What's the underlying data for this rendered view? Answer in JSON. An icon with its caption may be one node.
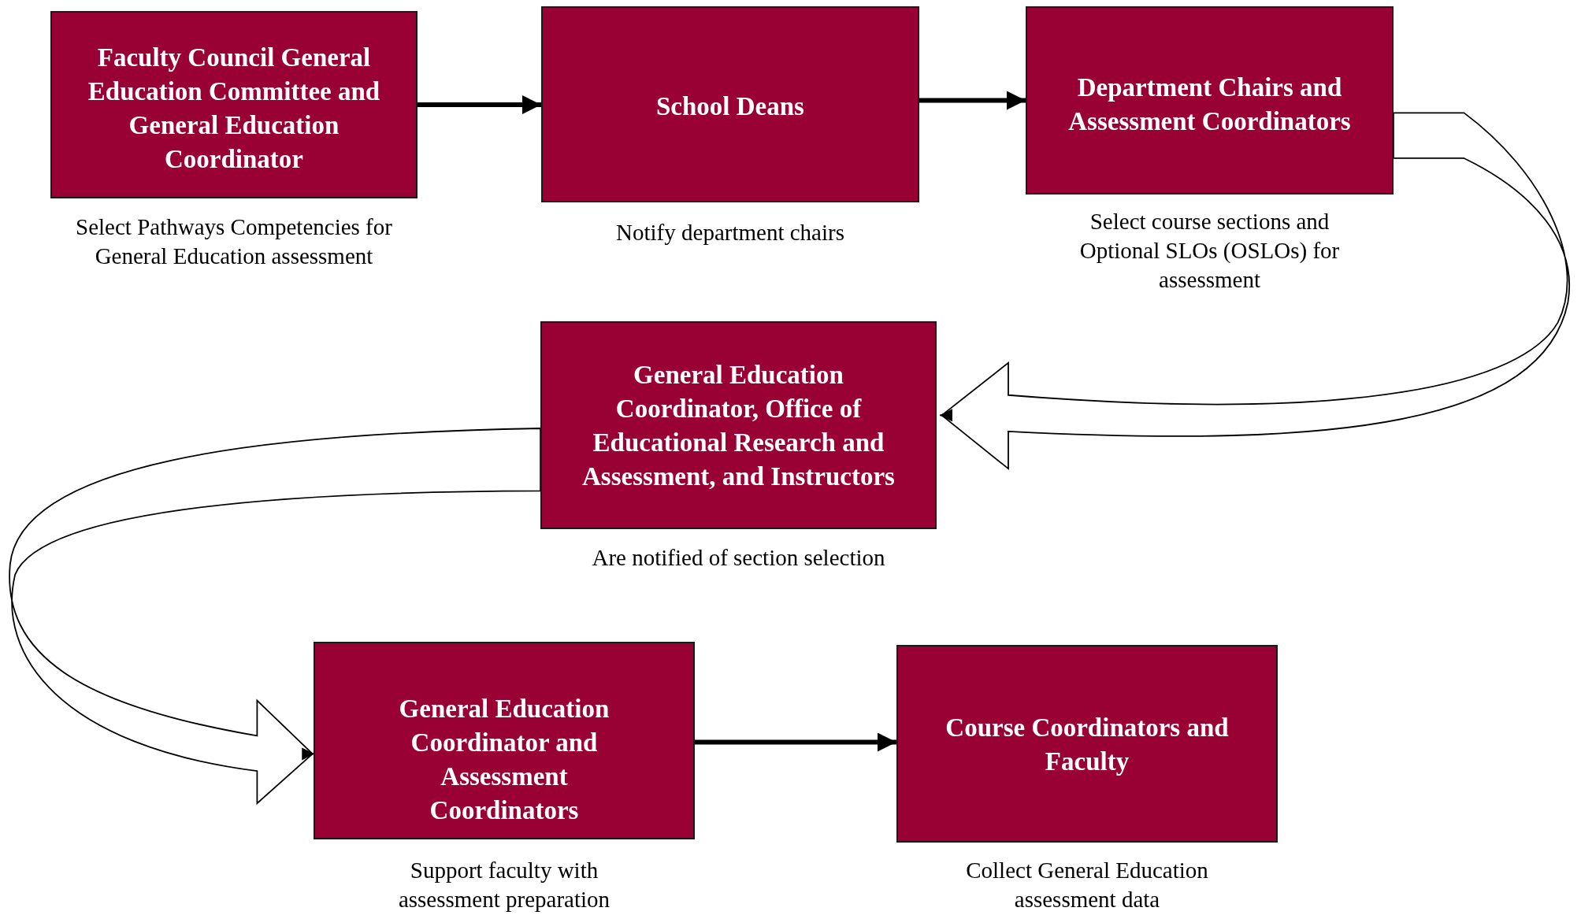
{
  "diagram": {
    "nodes": [
      {
        "text": [
          "Faculty Council General Education Committee and General Education Coordinator"
        ],
        "beside": [
          "Select Pathways Competencies for General Education assessment"
        ]
      },
      {
        "text": [
          "School Deans"
        ],
        "beside": [
          "Notify department chairs"
        ]
      },
      {
        "text": [
          "Department Chairs and Assessment Coordinators"
        ],
        "beside": [
          "Select course sections and Optional SLOs (OSLOs) for assessment"
        ]
      },
      {
        "text": [
          "General Education Coordinator, Office of Educational Research and Assessment, and Instructors"
        ],
        "beside": [
          "Are notified of section selection"
        ]
      },
      {
        "text": [
          "General Education Coordinator and Assessment Coordinators"
        ],
        "beside": [
          "Support faculty with assessment preparation"
        ]
      },
      {
        "text": [
          "Course Coordinators and Faculty"
        ],
        "beside": [
          "Collect General Education assessment data"
        ]
      }
    ],
    "edges": [
      {
        "from": 0,
        "to": 1,
        "arrow": "to"
      },
      {
        "from": 1,
        "to": 2,
        "arrow": "to"
      },
      {
        "from": 2,
        "to": 3,
        "arrow": "to"
      },
      {
        "from": 3,
        "to": 4,
        "arrow": "to"
      },
      {
        "from": 4,
        "to": 5,
        "arrow": "to"
      }
    ]
  }
}
